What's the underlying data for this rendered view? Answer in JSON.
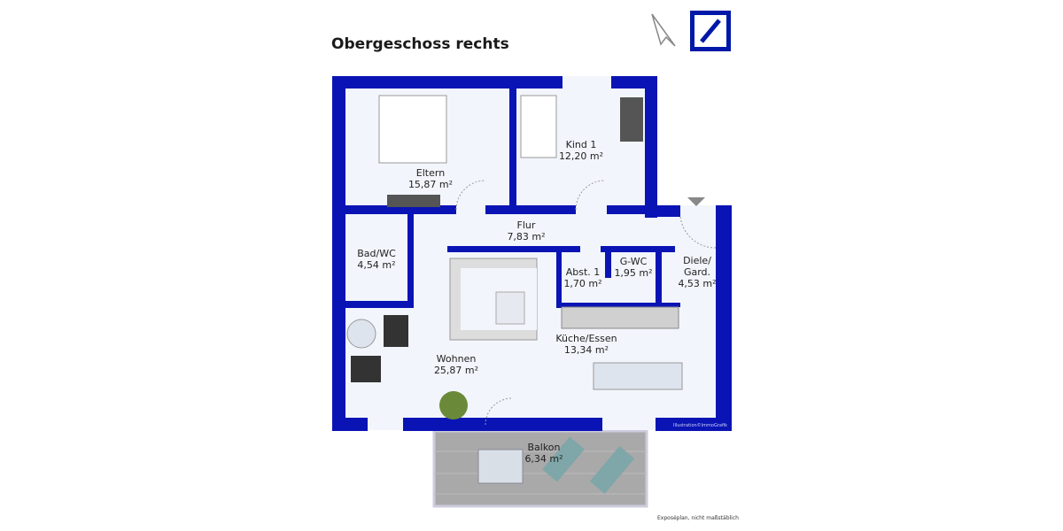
{
  "title": "Obergeschoss rechts",
  "colors": {
    "wall": "#0a14b4",
    "floor": "#f2f5fb",
    "balcony": "#a9a9a9",
    "logo": "#0018a8"
  },
  "rooms": [
    {
      "name": "Eltern",
      "area": "15,87 m²"
    },
    {
      "name": "Kind 1",
      "area": "12,20 m²"
    },
    {
      "name": "Flur",
      "area": "7,83 m²"
    },
    {
      "name": "Bad/WC",
      "area": "4,54 m²"
    },
    {
      "name": "Abst. 1",
      "area": "1,70 m²"
    },
    {
      "name": "G-WC",
      "area": "1,95 m²"
    },
    {
      "name": "Diele/\nGard.",
      "area": "4,53 m²"
    },
    {
      "name": "Küche/Essen",
      "area": "13,34 m²"
    },
    {
      "name": "Wohnen",
      "area": "25,87 m²"
    },
    {
      "name": "Balkon",
      "area": "6,34 m²"
    }
  ],
  "credit": "Illustration©ImmoGrafik",
  "note": "Exposéplan, nicht maßstäblich",
  "icons": [
    "deutsche-bank-logo",
    "north-arrow-icon",
    "entrance-arrow-icon"
  ]
}
